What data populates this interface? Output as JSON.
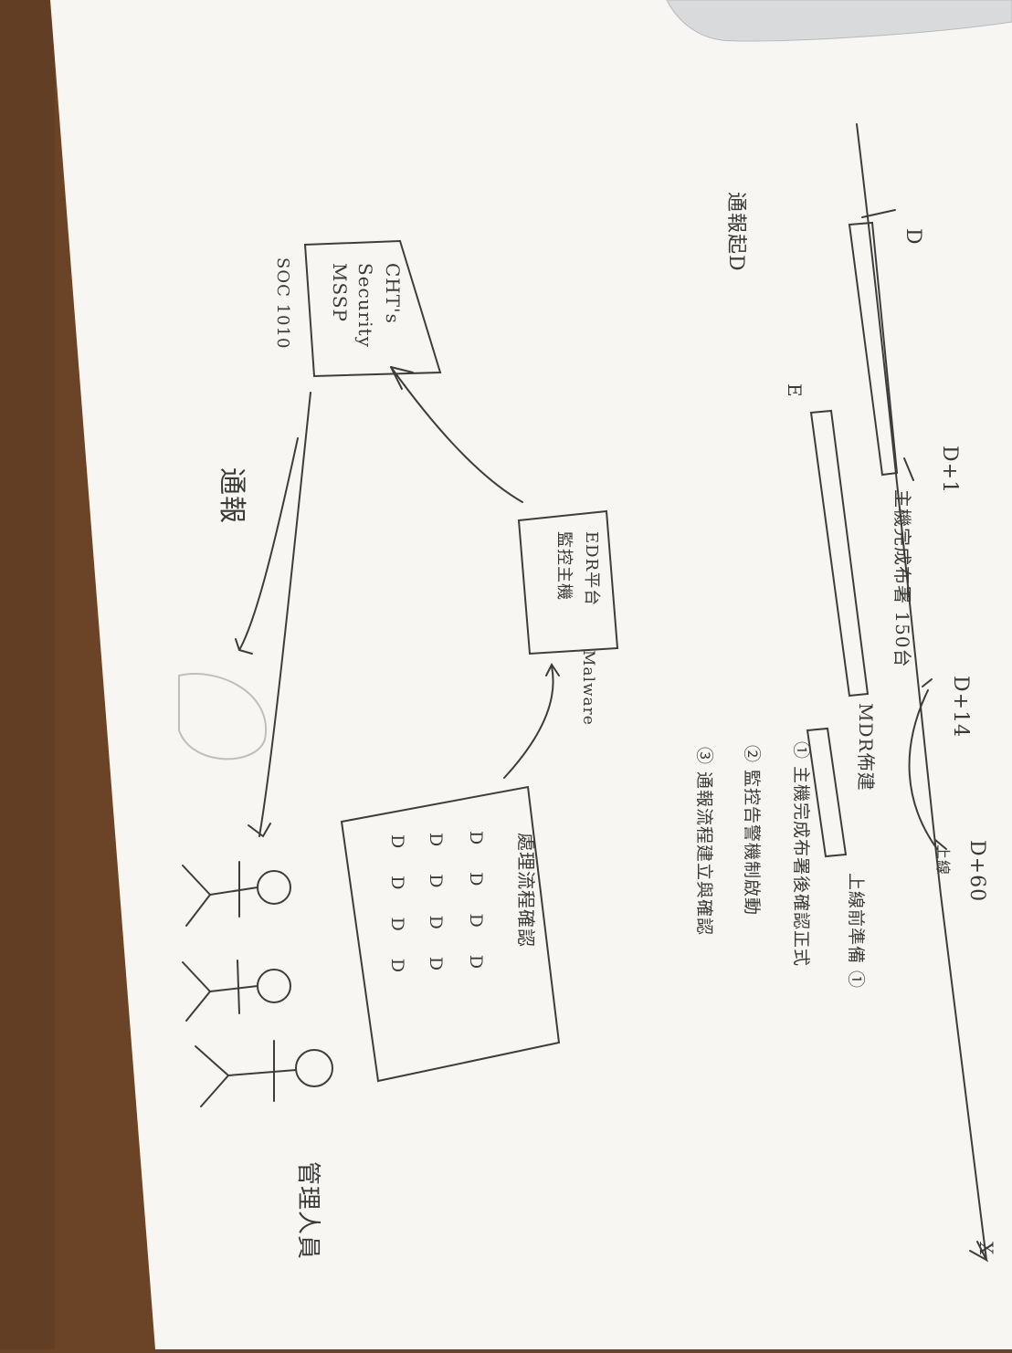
{
  "timeline": {
    "marker_d": "D",
    "marker_d_plus_1": "D+1",
    "marker_d_plus_14": "D+14",
    "marker_d_plus_60": "D+60",
    "end_label": "X",
    "start_note": "通報起D",
    "bar_label_1": "主機完成布署 150台",
    "bar_label_2": "MDR佈建",
    "bar_e": "E",
    "dashed_note": "上線",
    "legend": [
      "上線前準備 ①",
      "① 主機完成布署後確認正式",
      "② 監控告警機制啟動",
      "③ 通報流程建立與確認"
    ]
  },
  "flow": {
    "soc_box_lines": [
      "CHT's",
      "Security",
      "MSSP"
    ],
    "soc_caption": "SOC 1010",
    "edr_box_lines": [
      "EDR平台",
      "監控主機"
    ],
    "edr_arrow_note": "Malware",
    "left_note": "通報",
    "checklist_title": "處理流程確認",
    "checklist_rows": [
      [
        "D",
        "D",
        "D",
        "D"
      ],
      [
        "D",
        "D",
        "D",
        "D"
      ],
      [
        "D",
        "D",
        "D",
        "D"
      ]
    ],
    "stick_figures": [
      "?",
      "?",
      "?"
    ],
    "people_caption": "管理人員"
  },
  "colors": {
    "table_wood": "#6b4428",
    "paper": "#f7f6f2",
    "pencil": "#3d3d3d",
    "laptop": "#d9dadc"
  }
}
